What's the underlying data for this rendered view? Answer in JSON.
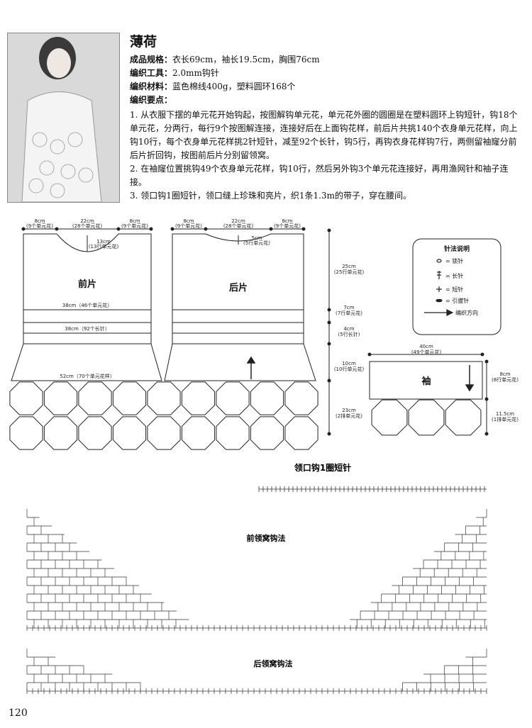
{
  "title": "薄荷",
  "specs": [
    {
      "label": "成品规格：",
      "value": "衣长69cm，袖长19.5cm，胸围76cm"
    },
    {
      "label": "编织工具：",
      "value": "2.0mm钩针"
    },
    {
      "label": "编织材料：",
      "value": "蓝色棉线400g，塑料圆环168个"
    },
    {
      "label": "编织要点：",
      "value": ""
    }
  ],
  "steps": [
    "1. 从衣服下摆的单元花开始钩起，按图解钩单元花，单元花外圈的圆圈是在塑料圆环上钩短针，钩18个单元花，分两行，每行9个按图解连接，连接好后在上面钩花样，前后片共挑140个衣身单元花样，向上钩10行，每个衣身单元花样挑2针短针，减至92个长针，钩5行，再钩衣身花样钩7行，两侧留袖窿分前后片折回钩，按图前后片分别留领窝。",
    "2. 在袖窿位置挑钩49个衣身单元花样，钩10行，然后另外钩3个单元花连接好，再用渔网针和袖子连接。",
    "3. 领口钩1圈短针，领口缝上珍珠和亮片，织1条1.3m的带子，穿在腰间。"
  ],
  "diagram": {
    "front_label": "前片",
    "back_label": "后片",
    "sleeve_label": "袖",
    "front_top_left": "8cm",
    "front_top_left_sub": "(9个单元花)",
    "front_top_mid": "22cm",
    "front_top_mid_sub": "(28个单元花)",
    "front_top_right": "8cm",
    "front_top_right_sub": "(9个单元花)",
    "front_neck_depth": "13cm",
    "front_neck_depth_sub": "(13行单元花)",
    "back_top_left": "8cm",
    "back_top_left_sub": "(9个单元花)",
    "back_top_mid": "22cm",
    "back_top_mid_sub": "(28个单元花)",
    "back_top_right": "8cm",
    "back_top_right_sub": "(9个单元花)",
    "back_neck_depth": "5cm",
    "back_neck_depth_sub": "(5行单元花)",
    "waist1": "38cm（46个单元花）",
    "waist2": "38cm（92个长针）",
    "hem": "52cm（70个单元花样）",
    "h1": "25cm",
    "h1_sub": "(25行单元花)",
    "h2": "7cm",
    "h2_sub": "(7行单元花)",
    "h3": "4cm",
    "h3_sub": "(5行长针)",
    "h4": "10cm",
    "h4_sub": "(10行单元花)",
    "h5": "23cm",
    "h5_sub": "(2排单元花)",
    "sleeve_w": "40cm",
    "sleeve_w_sub": "(49个单元花)",
    "sleeve_h1": "8cm",
    "sleeve_h1_sub": "(8行单元花)",
    "sleeve_h2": "11.5cm",
    "sleeve_h2_sub": "(1排单元花)"
  },
  "legend": {
    "title": "针法说明",
    "items": [
      "= 锁针",
      "= 长针",
      "= 短针",
      "= 引拔针",
      "编织方向"
    ]
  },
  "neck_title": "领口钩1圈短针",
  "front_neck_title": "前领窝钩法",
  "back_neck_title": "后领窝钩法",
  "page_number": "120"
}
